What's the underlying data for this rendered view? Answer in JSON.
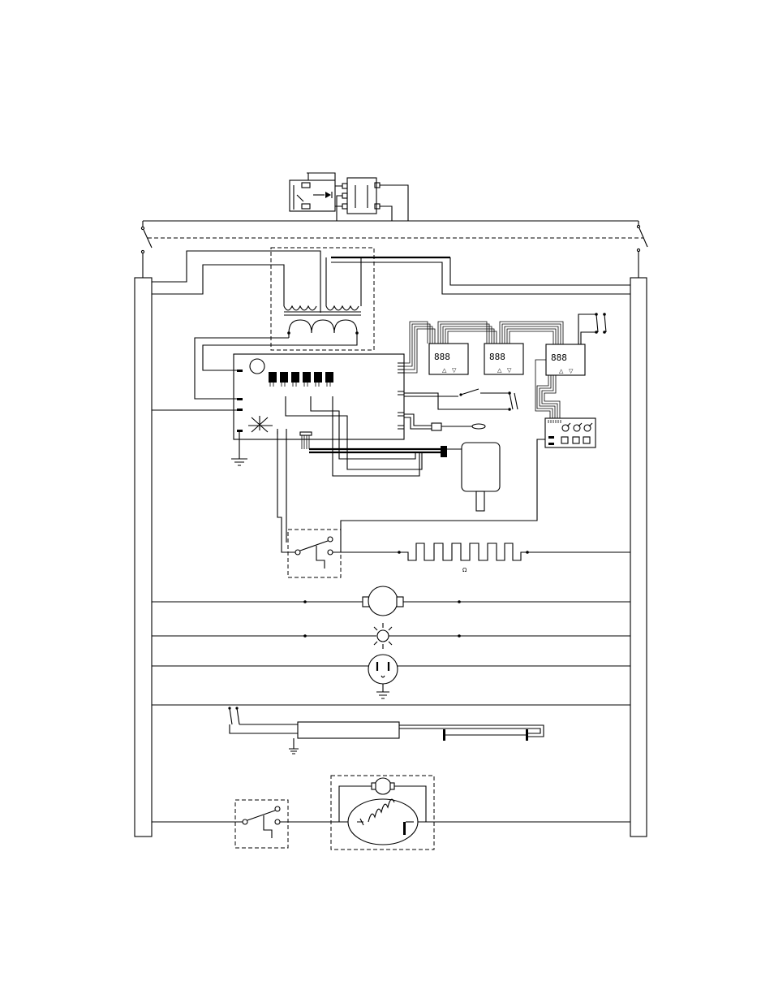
{
  "diagram": {
    "ohm_label": "Ω",
    "displays": [
      {
        "digits": "888"
      },
      {
        "digits": "888"
      },
      {
        "digits": "888"
      }
    ],
    "display_arrows": {
      "up": "△",
      "down": "▽"
    },
    "colors": {
      "line": "#000000",
      "background": "#ffffff"
    }
  }
}
